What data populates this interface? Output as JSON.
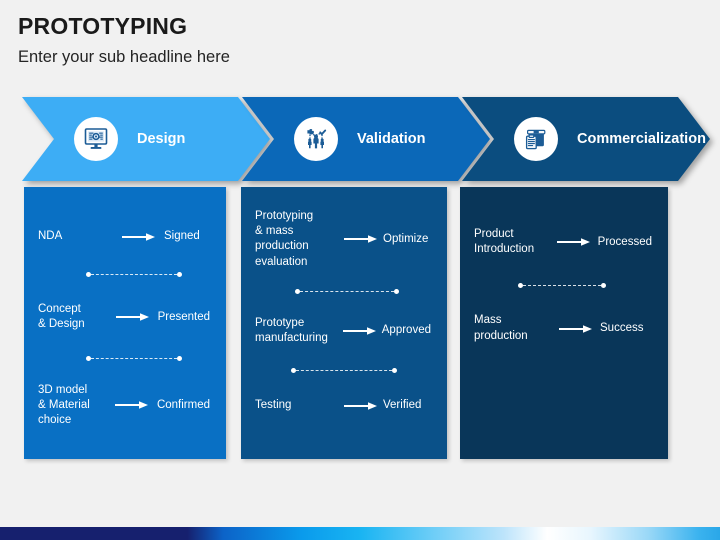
{
  "header": {
    "title": "PROTOTYPING",
    "subtitle": "Enter your sub headline here"
  },
  "colors": {
    "background": "#f1f1f1",
    "chevron_1": "#3dadf5",
    "chevron_2": "#0b68b8",
    "chevron_3": "#0b4d7f",
    "panel_1": "#0970c4",
    "panel_2": "#0a5189",
    "panel_3": "#093659",
    "text_dark": "#1a1a1a",
    "text_light": "#ffffff",
    "icon_blue": "#1c5c96"
  },
  "stages": [
    {
      "label": "Design",
      "icon": "monitor-design-icon"
    },
    {
      "label": "Validation",
      "icon": "person-validation-icon"
    },
    {
      "label": "Commercialization",
      "icon": "box-clipboard-icon"
    }
  ],
  "panels": [
    {
      "name": "design-panel",
      "rows": [
        {
          "from": "NDA",
          "to": "Signed"
        },
        {
          "from": "Concept\n& Design",
          "to": "Presented"
        },
        {
          "from": "3D model\n& Material\nchoice",
          "to": "Confirmed"
        }
      ]
    },
    {
      "name": "validation-panel",
      "rows": [
        {
          "from": "Prototyping\n& mass\nproduction\nevaluation",
          "to": "Optimize"
        },
        {
          "from": "Prototype\nmanufacturing",
          "to": "Approved"
        },
        {
          "from": "Testing",
          "to": "Verified"
        }
      ]
    },
    {
      "name": "commercialization-panel",
      "rows": [
        {
          "from": "Product\nIntroduction",
          "to": "Processed"
        },
        {
          "from": "Mass\nproduction",
          "to": "Success"
        }
      ]
    }
  ]
}
